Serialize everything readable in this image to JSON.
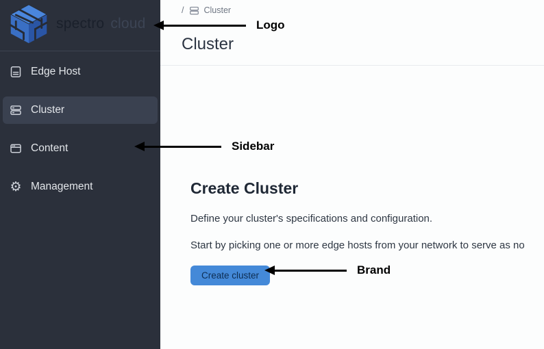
{
  "brand": {
    "wordmark_primary": "spectro",
    "wordmark_secondary": "cloud"
  },
  "sidebar": {
    "items": [
      {
        "label": "Edge Host",
        "icon": "edge-host-icon",
        "selected": false
      },
      {
        "label": "Cluster",
        "icon": "cluster-icon",
        "selected": true
      },
      {
        "label": "Content",
        "icon": "content-icon",
        "selected": false
      },
      {
        "label": "Management",
        "icon": "management-icon",
        "selected": false
      }
    ]
  },
  "breadcrumb": {
    "separator": "/",
    "current": "Cluster"
  },
  "header": {
    "title": "Cluster"
  },
  "content": {
    "heading": "Create Cluster",
    "paragraph_1": "Define your cluster's specifications and configuration.",
    "paragraph_2": "Start by picking one or more edge hosts from your network to serve as no",
    "create_button_label": "Create cluster"
  },
  "annotations": [
    {
      "label": "Logo",
      "target": "logo"
    },
    {
      "label": "Sidebar",
      "target": "sidebar"
    },
    {
      "label": "Brand",
      "target": "create-cluster-button"
    }
  ],
  "icons": {
    "management_gear_glyph": "⚙"
  },
  "colors": {
    "sidebar_background": "#2b303b",
    "sidebar_selected": "#3a4150",
    "sidebar_text": "#e3e6ea",
    "accent_blue": "#4489d8",
    "button_text": "#0d2d52",
    "logo_blue_light": "#4a86dc",
    "logo_blue_dark": "#2a55a5",
    "annotation": "#000000"
  }
}
